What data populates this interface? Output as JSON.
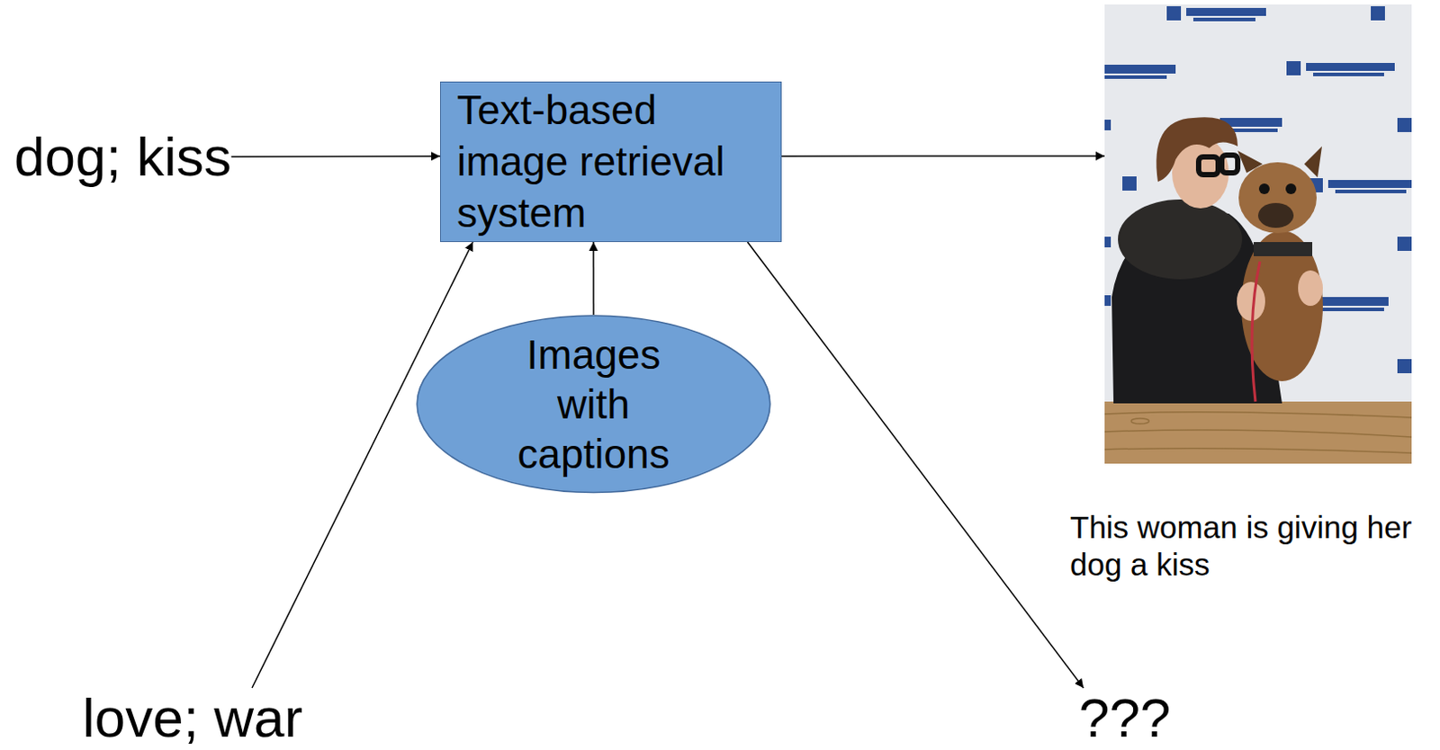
{
  "diagram": {
    "nodes": [
      {
        "text": [
          "dog; kiss"
        ]
      },
      {
        "text": [
          "Text-based image retrieval system"
        ]
      },
      {
        "text": [
          "Images with captions"
        ]
      },
      {
        "text": [
          "love; war"
        ]
      },
      {
        "text": [
          "This woman is giving her dog a kiss"
        ]
      },
      {
        "text": [
          "???"
        ]
      }
    ],
    "edges": [
      {
        "from": 0,
        "to": 1,
        "arrow": "to"
      },
      {
        "from": 2,
        "to": 1,
        "arrow": "to"
      },
      {
        "from": 3,
        "to": 1,
        "arrow": "to"
      },
      {
        "from": 1,
        "to": 4,
        "arrow": "to"
      },
      {
        "from": 1,
        "to": 5,
        "arrow": "to"
      }
    ]
  }
}
